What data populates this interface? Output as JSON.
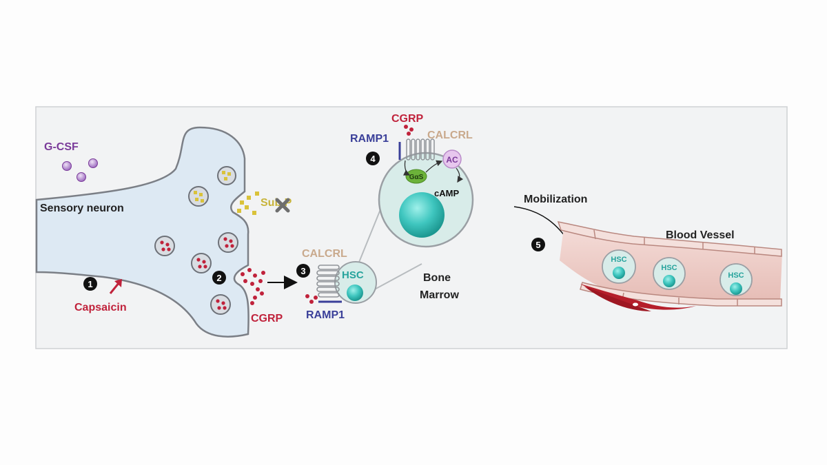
{
  "labels": {
    "gcsf": "G-CSF",
    "sensory_neuron": "Sensory neuron",
    "sub_p": "Sub P",
    "capsaicin": "Capsaicin",
    "cgrp_release": "CGRP",
    "calcrl_receptor": "CALCRL",
    "ramp1_receptor": "RAMP1",
    "hsc_marrow": "HSC",
    "cgrp_zoom": "CGRP",
    "ramp1_zoom": "RAMP1",
    "calcrl_zoom": "CALCRL",
    "ac": "AC",
    "gas": "GαS",
    "camp": "cAMP",
    "bone": "Bone",
    "marrow": "Marrow",
    "mobilization": "Mobilization",
    "blood_vessel": "Blood Vessel",
    "hsc_vessel_1": "HSC",
    "hsc_vessel_2": "HSC",
    "hsc_vessel_3": "HSC"
  },
  "steps": [
    "1",
    "2",
    "3",
    "4",
    "5"
  ],
  "colors": {
    "panel_bg": "#f2f3f4",
    "neuron_fill": "#dde9f3",
    "cgrp_red": "#c0223b",
    "subp_yellow": "#d9c23a",
    "gcsf_purple": "#7a3a99",
    "ramp1_blue": "#3a3f99",
    "calcrl_tan": "#c9a98c",
    "hsc_cell": "#d8ece9",
    "hsc_nucleus": "#38c2bb",
    "hsc_text": "#26a39c",
    "vessel_wall": "#f1d6d2",
    "vessel_lumen": "#ecc9c4",
    "blood_red": "#b51f2b"
  }
}
